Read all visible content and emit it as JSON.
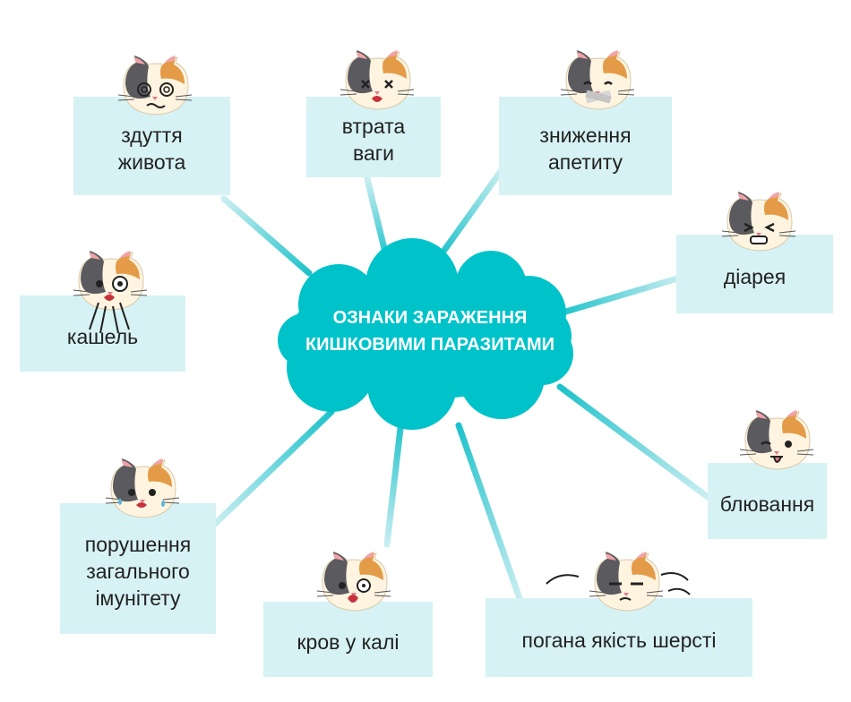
{
  "center": {
    "title": "ОЗНАКИ ЗАРАЖЕННЯ\nКИШКОВИМИ ПАРАЗИТАМИ"
  },
  "nodes": [
    {
      "id": "bloating",
      "label": "здуття\nживота",
      "cat": "dizzy-cat-icon"
    },
    {
      "id": "weight",
      "label": "втрата\nваги",
      "cat": "knocked-out-cat-icon"
    },
    {
      "id": "appetite",
      "label": "зниження\nапетиту",
      "cat": "taped-mouth-cat-icon"
    },
    {
      "id": "diarrhea",
      "label": "діарея",
      "cat": "grimacing-cat-icon"
    },
    {
      "id": "cough",
      "label": "кашель",
      "cat": "coughing-cat-icon"
    },
    {
      "id": "vomit",
      "label": "блювання",
      "cat": "tongue-out-cat-icon"
    },
    {
      "id": "immunity",
      "label": "порушення\nзагального\nімунітету",
      "cat": "crying-cat-icon"
    },
    {
      "id": "blood",
      "label": "кров у калі",
      "cat": "shocked-cat-icon"
    },
    {
      "id": "fur",
      "label": "погана якість шерсті",
      "cat": "grumpy-cat-icon"
    }
  ],
  "colors": {
    "hub": "#00c3c9",
    "box": "#d7f2f4",
    "line_start": "#1fc2cb",
    "line_end": "#d9f4f6"
  }
}
